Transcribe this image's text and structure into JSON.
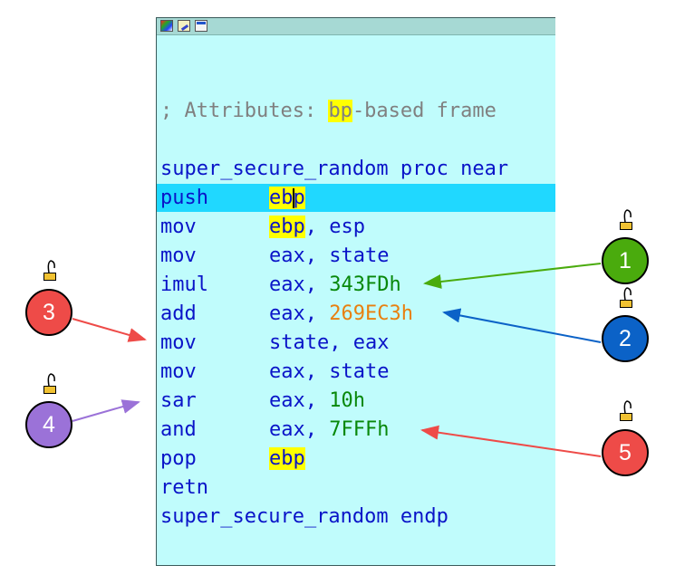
{
  "toolbar": {
    "icons": [
      "graph-view-icon",
      "edit-icon",
      "window-icon"
    ]
  },
  "code": {
    "comment": {
      "prefix": "; Attributes: ",
      "highlight": "bp",
      "suffix": "-based frame"
    },
    "proc_start": "super_secure_random proc near",
    "instructions": [
      {
        "op": "push",
        "arg1": "ebp",
        "arg2": ""
      },
      {
        "op": "mov",
        "arg1": "ebp",
        "arg2": "esp"
      },
      {
        "op": "mov",
        "arg1": "eax",
        "arg2": "state"
      },
      {
        "op": "imul",
        "arg1": "eax",
        "arg2": "343FDh"
      },
      {
        "op": "add",
        "arg1": "eax",
        "arg2": "269EC3h"
      },
      {
        "op": "mov",
        "arg1": "state",
        "arg2": "eax"
      },
      {
        "op": "mov",
        "arg1": "eax",
        "arg2": "state"
      },
      {
        "op": "sar",
        "arg1": "eax",
        "arg2": "10h"
      },
      {
        "op": "and",
        "arg1": "eax",
        "arg2": "7FFFh"
      },
      {
        "op": "pop",
        "arg1": "ebp",
        "arg2": ""
      },
      {
        "op": "retn",
        "arg1": "",
        "arg2": ""
      }
    ],
    "proc_end": "super_secure_random endp",
    "sep": ", "
  },
  "colors": {
    "background": "#c0fcfc",
    "selection": "#20d8ff",
    "highlight": "#ffff00",
    "code_text": "#0a14c8",
    "comment": "#808080",
    "number_green": "#08880a",
    "number_orange": "#e88010"
  },
  "ornaments": [
    {
      "label": "1",
      "color": "#4aab0d"
    },
    {
      "label": "2",
      "color": "#0b62c7"
    },
    {
      "label": "3",
      "color": "#ee4b48"
    },
    {
      "label": "4",
      "color": "#9b72d8"
    },
    {
      "label": "5",
      "color": "#ee4b48"
    }
  ]
}
